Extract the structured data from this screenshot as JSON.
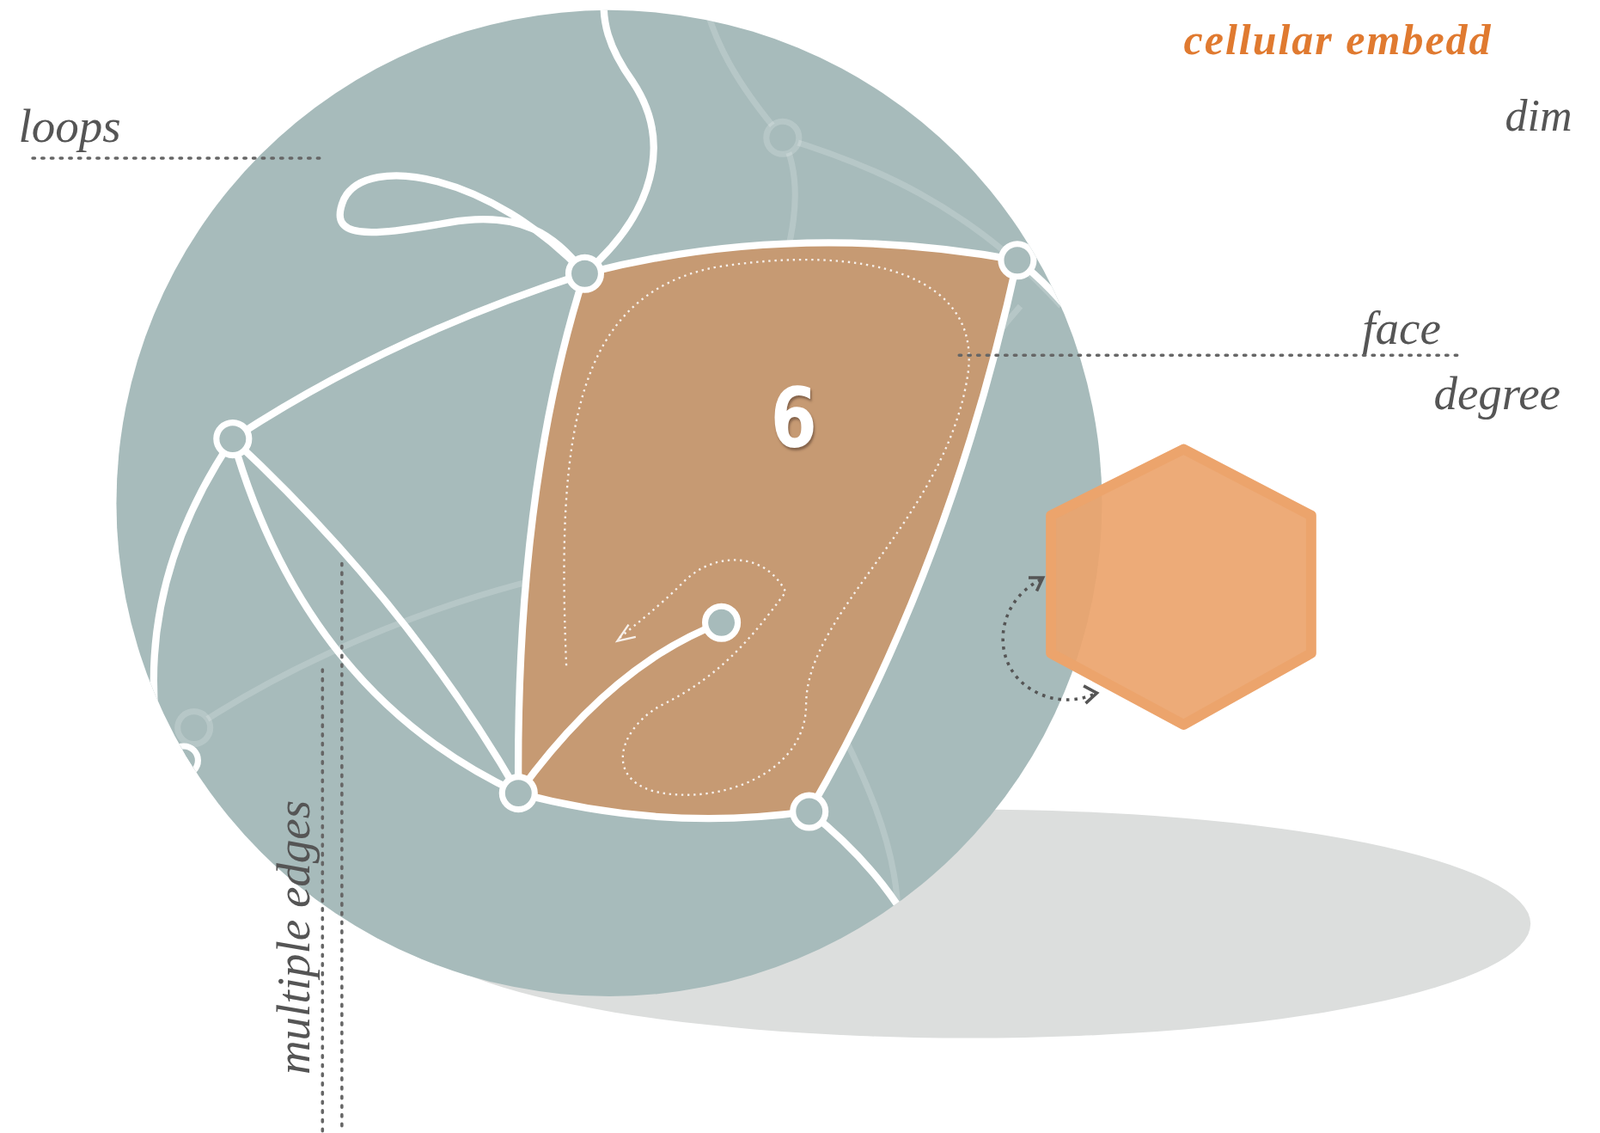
{
  "diagram": {
    "labels": [
      "cellular embedd",
      "dim",
      "loops",
      "face",
      "degree",
      "6",
      "multiple edges"
    ]
  }
}
